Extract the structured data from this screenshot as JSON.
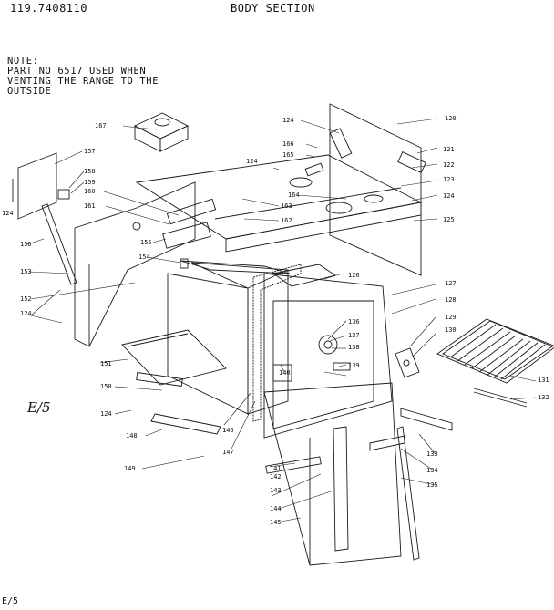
{
  "header": {
    "model": "119.7408110",
    "section": "BODY SECTION"
  },
  "note": {
    "label": "NOTE:",
    "line1": "PART NO 6517 USED WHEN",
    "line2": "VENTING THE RANGE TO THE",
    "line3": "OUTSIDE"
  },
  "marks": {
    "inside": "E/5",
    "corner": "E/5"
  },
  "callouts": [
    "120",
    "121",
    "122",
    "123",
    "124",
    "125",
    "126",
    "127",
    "128",
    "129",
    "130",
    "131",
    "132",
    "133",
    "134",
    "135",
    "136",
    "137",
    "138",
    "139",
    "140",
    "141",
    "142",
    "143",
    "144",
    "145",
    "146",
    "147",
    "148",
    "149",
    "150",
    "151",
    "152",
    "153",
    "154",
    "155",
    "156",
    "157",
    "158",
    "159",
    "160",
    "161",
    "162",
    "163",
    "164",
    "165",
    "166",
    "167",
    "124",
    "124",
    "124",
    "124",
    "124"
  ]
}
